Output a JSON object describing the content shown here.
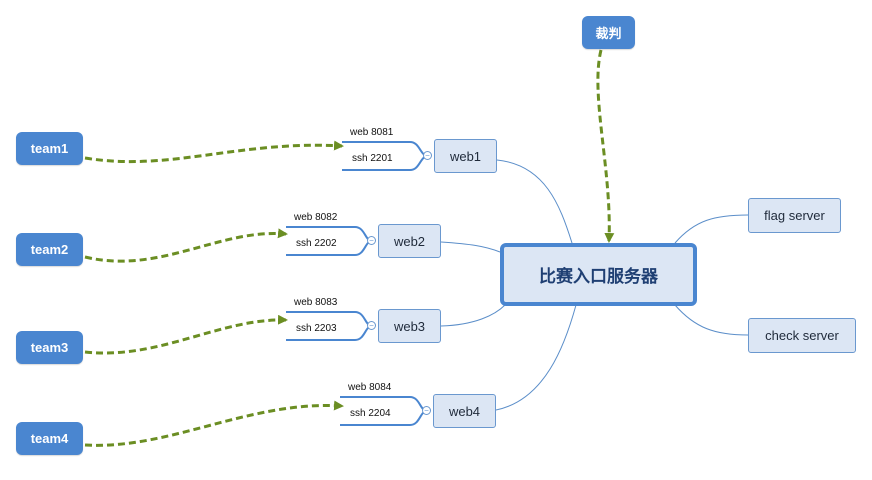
{
  "diagram": {
    "center": {
      "label": "比赛入口服务器"
    },
    "referee": {
      "label": "裁判"
    },
    "services": [
      {
        "id": "flag",
        "label": "flag server"
      },
      {
        "id": "check",
        "label": "check server"
      }
    ],
    "webs": [
      {
        "label": "web1",
        "web_port": "web 8081",
        "ssh_port": "ssh 2201"
      },
      {
        "label": "web2",
        "web_port": "web 8082",
        "ssh_port": "ssh 2202"
      },
      {
        "label": "web3",
        "web_port": "web 8083",
        "ssh_port": "ssh 2203"
      },
      {
        "label": "web4",
        "web_port": "web 8084",
        "ssh_port": "ssh 2204"
      }
    ],
    "teams": [
      {
        "label": "team1"
      },
      {
        "label": "team2"
      },
      {
        "label": "team3"
      },
      {
        "label": "team4"
      }
    ],
    "colors": {
      "team_fill": "#4a86d0",
      "node_fill": "#dce6f4",
      "node_border": "#6a98cf",
      "connector": "#5b8ec9",
      "attack_arrow": "#6b8e23",
      "port_line": "#4a86d0"
    }
  }
}
